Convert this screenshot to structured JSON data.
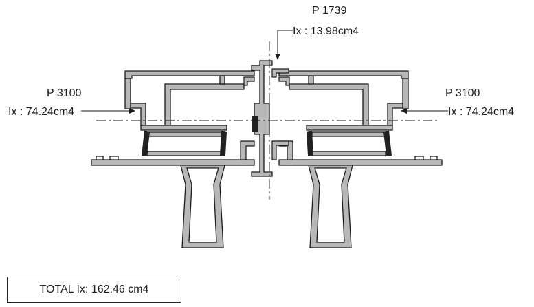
{
  "labels": {
    "center": {
      "profile": "P 1739",
      "ix": "Ix : 13.98cm4"
    },
    "left": {
      "profile": "P 3100",
      "ix": "Ix : 74.24cm4"
    },
    "right": {
      "profile": "P 3100",
      "ix": "Ix : 74.24cm4"
    }
  },
  "total": "TOTAL Ix: 162.46 cm4",
  "colors": {
    "profile_fill": "#b8b8b8",
    "outline": "#1a1a1a",
    "gasket": "#222222"
  }
}
